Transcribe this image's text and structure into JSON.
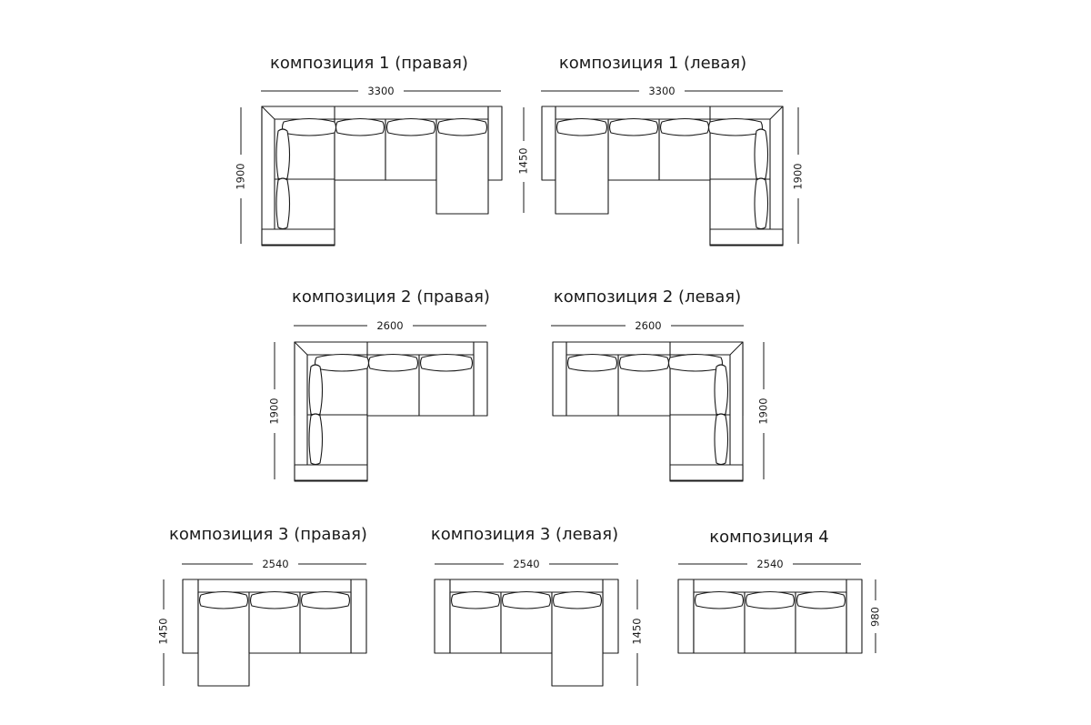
{
  "compositions": [
    {
      "id": "c1-right",
      "title": "композиция 1 (правая)",
      "width_label": "3300",
      "side_label": "1900"
    },
    {
      "id": "c1-left",
      "title": "композиция 1 (левая)",
      "width_label": "3300",
      "side_label": "1450",
      "side2_label": "1900"
    },
    {
      "id": "c2-right",
      "title": "композиция 2 (правая)",
      "width_label": "2600",
      "side_label": "1900"
    },
    {
      "id": "c2-left",
      "title": "композиция 2 (левая)",
      "width_label": "2600",
      "side_label": "1900"
    },
    {
      "id": "c3-right",
      "title": "композиция 3 (правая)",
      "width_label": "2540",
      "side_label": "1450"
    },
    {
      "id": "c3-left",
      "title": "композиция 3 (левая)",
      "width_label": "2540",
      "side_label": "1450"
    },
    {
      "id": "c4",
      "title": "композиция 4",
      "width_label": "2540",
      "side_label": "980"
    }
  ]
}
